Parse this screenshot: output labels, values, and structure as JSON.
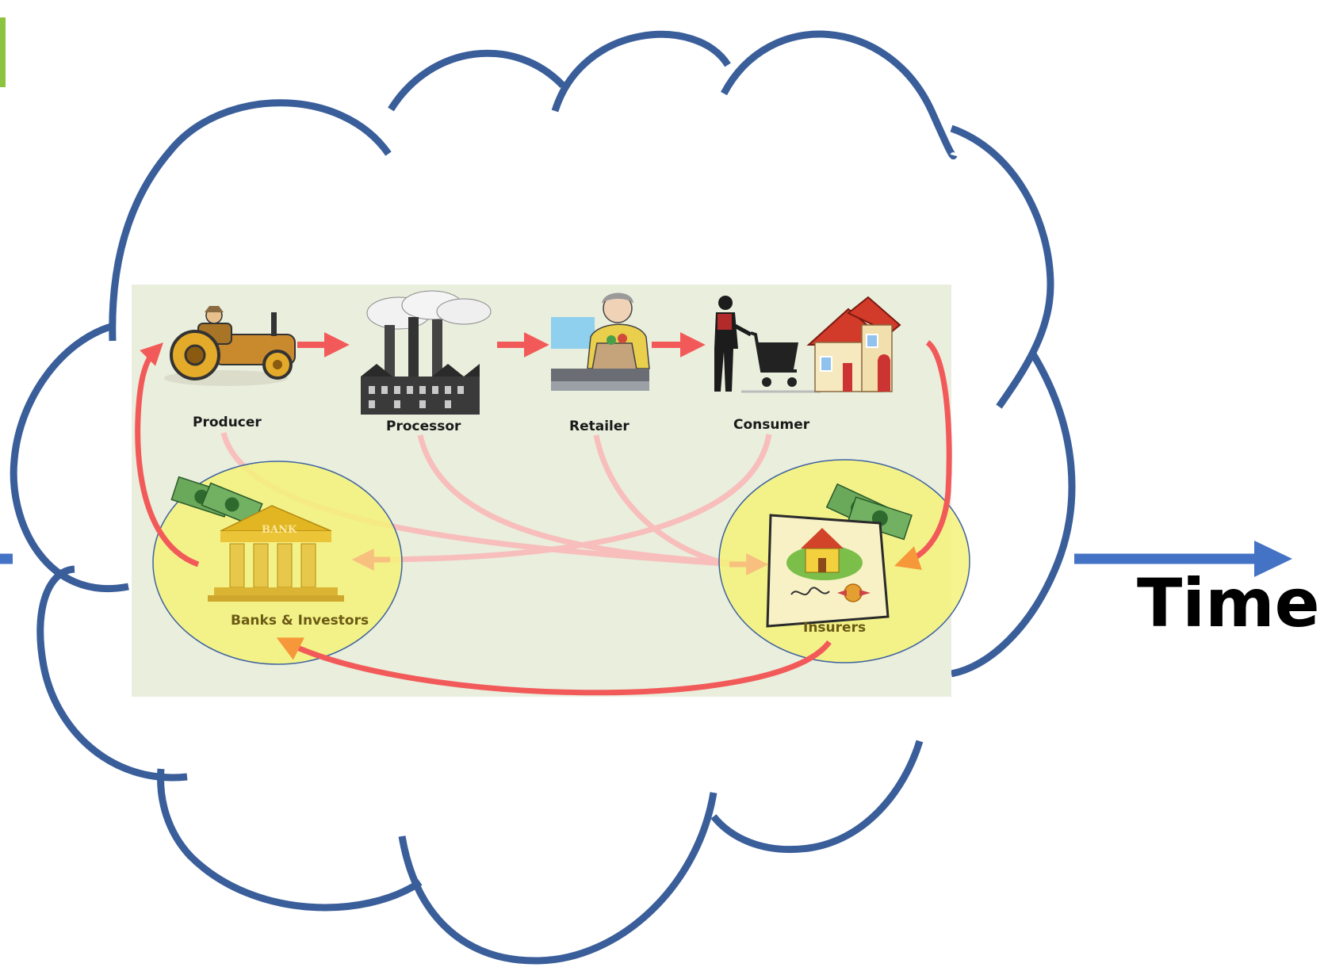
{
  "diagram": {
    "chain_nodes": [
      {
        "label": "Producer",
        "icon": "tractor-icon"
      },
      {
        "label": "Processor",
        "icon": "factory-icon"
      },
      {
        "label": "Retailer",
        "icon": "cashier-icon"
      },
      {
        "label": "Consumer",
        "icon": "shopper-house-icon"
      }
    ],
    "banks": {
      "label": "Banks & Investors",
      "icon": "bank-money-icon",
      "sign": "BANK"
    },
    "insurers": {
      "label": "Insurers",
      "icon": "insurance-policy-icon"
    },
    "time_axis": {
      "label": "Time"
    }
  },
  "colors": {
    "cloud": "#3a5e9a",
    "panel": "#eaeedd",
    "flow_arrow": "#f25a5a",
    "money_flow": "#f9b9b9",
    "highlight": "#f4f27a",
    "time_arrow": "#4472c4",
    "corner_accent": "#8cc43f"
  }
}
